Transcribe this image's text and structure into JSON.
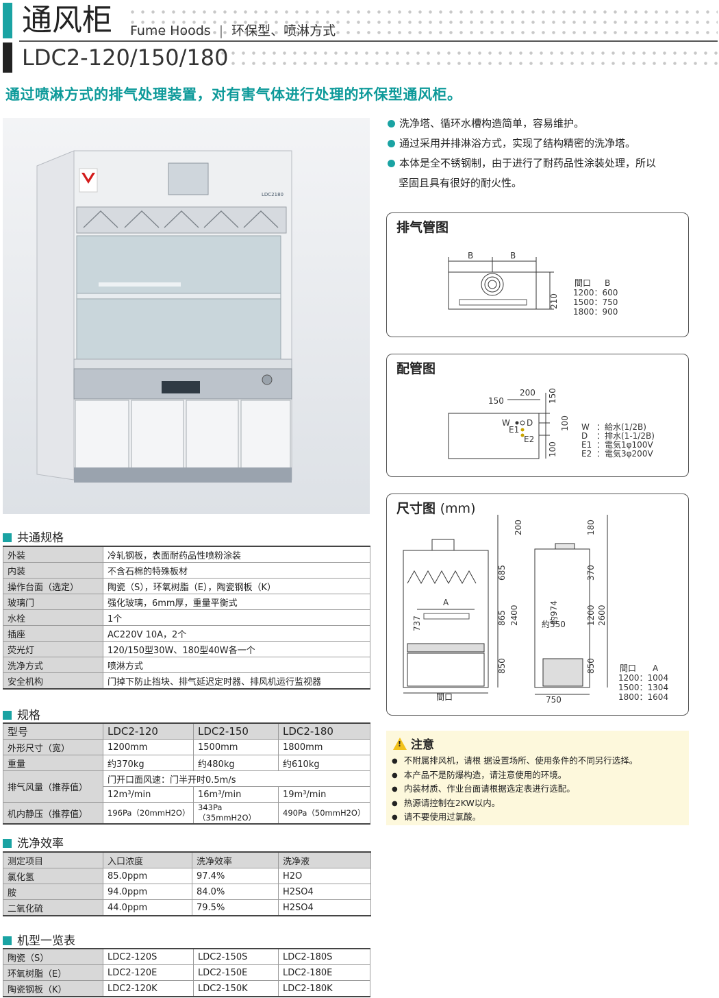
{
  "header": {
    "title_cn": "通风柜",
    "title_en": "Fume Hoods",
    "separator": "|",
    "subtitle": "环保型、喷淋方式",
    "model": "LDC2-120/150/180",
    "tagline": "通过喷淋方式的排气处理装置，对有害气体进行处理的环保型通风柜。"
  },
  "photo": {
    "label": "LDC2180"
  },
  "features": [
    "洗净塔、循环水槽构造简单，容易维护。",
    "通过采用并排淋浴方式，实现了结构精密的洗净塔。",
    "本体是全不锈钢制，由于进行了耐药品性涂装处理，所以",
    "坚固且具有很好的耐火性。"
  ],
  "exhaust_diagram": {
    "title": "排气管图",
    "dim_b1": "B",
    "dim_b2": "B",
    "dim_h": "210",
    "legend_head_a": "間口",
    "legend_head_b": "B",
    "legend": [
      "1200：600",
      "1500：750",
      "1800：900"
    ]
  },
  "piping_diagram": {
    "title": "配管图",
    "d150": "150",
    "d200": "200",
    "d150v": "150",
    "d100a": "100",
    "d100b": "100",
    "w": "W",
    "d": "D",
    "e1": "E1",
    "e2": "E2",
    "legend": [
      {
        "k": "W",
        "v": "：給水(1/2B)"
      },
      {
        "k": "D",
        "v": "：排水(1-1/2B)"
      },
      {
        "k": "E1",
        "v": "：電気1φ100V"
      },
      {
        "k": "E2",
        "v": "：電気3φ200V"
      }
    ]
  },
  "dimension_diagram": {
    "title": "尺寸图",
    "unit": "(mm)",
    "dims": [
      "200",
      "685",
      "865",
      "2400",
      "850",
      "737",
      "A",
      "間口",
      "180",
      "370",
      "1200",
      "2600",
      "850",
      "約974",
      "約550",
      "750"
    ],
    "legend_head_a": "間口",
    "legend_head_b": "A",
    "legend": [
      "1200：1004",
      "1500：1304",
      "1800：1604"
    ]
  },
  "notice": {
    "title": "注意",
    "items": [
      "不附属排风机，请根  据设置场所、使用条件的不同另行选择。",
      "本产品不是防爆构造，请注意使用的环境。",
      "内装材质、作业台面请根据选定表进行选配。",
      "热源请控制在2KW以内。",
      "请不要使用过氯酸。"
    ]
  },
  "common_specs": {
    "heading": "共通规格",
    "rows": [
      [
        "外装",
        "冷轧钢板，表面耐药品性喷粉涂装"
      ],
      [
        "内装",
        "不含石棉的特殊板材"
      ],
      [
        "操作台面（选定）",
        "陶瓷（S），环氧树脂（E），陶瓷钢板（K）"
      ],
      [
        "玻璃门",
        "强化玻璃，6mm厚，重量平衡式"
      ],
      [
        "水栓",
        "1个"
      ],
      [
        "插座",
        "AC220V 10A，2个"
      ],
      [
        "荧光灯",
        "120/150型30W、180型40W各一个"
      ],
      [
        "洗净方式",
        "喷淋方式"
      ],
      [
        "安全机构",
        "门掉下防止挡块、排气延迟定时器、排风机运行监视器"
      ]
    ]
  },
  "specs": {
    "heading": "规格",
    "header": [
      "型号",
      "LDC2-120",
      "LDC2-150",
      "LDC2-180"
    ],
    "width": [
      "外形尺寸（宽）",
      "1200mm",
      "1500mm",
      "1800mm"
    ],
    "weight": [
      "重量",
      "约370kg",
      "约480kg",
      "约610kg"
    ],
    "airflow_label": "排气风量（推荐值）",
    "airflow_note": "门开口面风速：门半开时0.5m/s",
    "airflow_vals": [
      "12m³/min",
      "16m³/min",
      "19m³/min"
    ],
    "pressure": [
      "机内静压（推荐值）",
      "196Pa（20mmH2O）",
      "343Pa（35mmH2O）",
      "490Pa（50mmH2O）"
    ]
  },
  "efficiency": {
    "heading": "洗净效率",
    "header": [
      "测定项目",
      "入口浓度",
      "洗净效率",
      "洗净液"
    ],
    "rows": [
      [
        "氯化氢",
        "85.0ppm",
        "97.4%",
        "H2O"
      ],
      [
        "胺",
        "94.0ppm",
        "84.0%",
        "H2SO4"
      ],
      [
        "二氧化硫",
        "44.0ppm",
        "79.5%",
        "H2SO4"
      ]
    ]
  },
  "models": {
    "heading": "机型一览表",
    "rows": [
      [
        "陶瓷（S）",
        "LDC2-120S",
        "LDC2-150S",
        "LDC2-180S"
      ],
      [
        "环氧树脂（E）",
        "LDC2-120E",
        "LDC2-150E",
        "LDC2-180E"
      ],
      [
        "陶瓷钢板（K）",
        "LDC2-120K",
        "LDC2-150K",
        "LDC2-180K"
      ]
    ]
  },
  "colors": {
    "accent": "#1aa3a3",
    "header_cell": "#d8d8d8",
    "notice_bg": "#fdf8dc"
  }
}
